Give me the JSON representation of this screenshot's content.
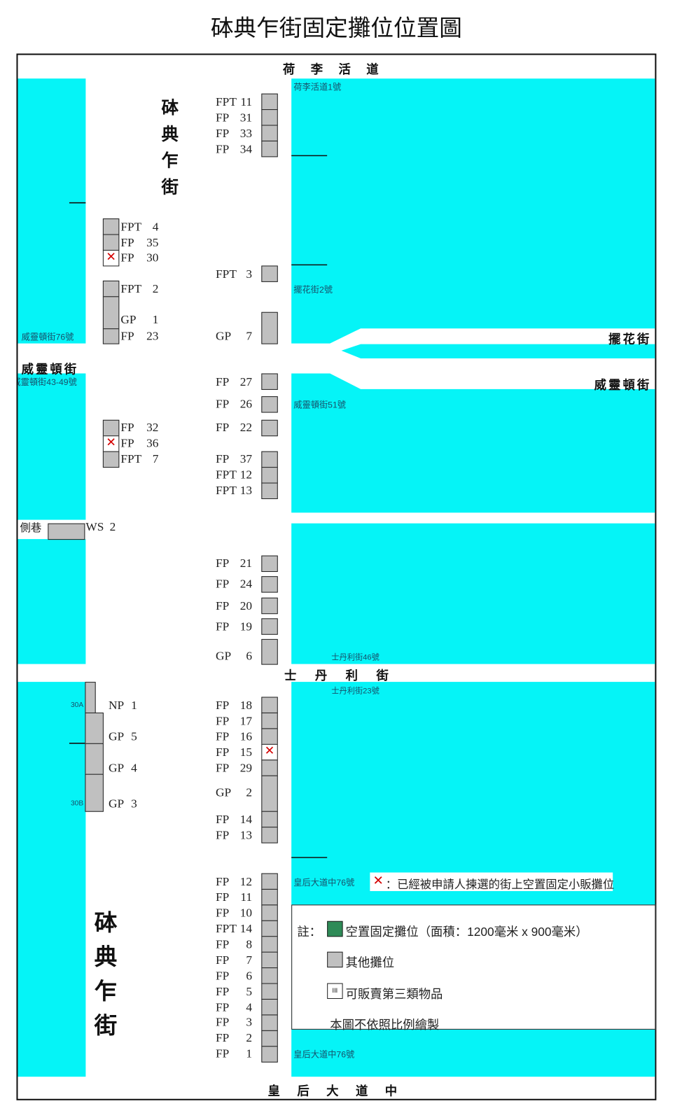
{
  "title": "砵典乍街固定攤位位置圖",
  "streets": {
    "hollywood_road": "荷李活道",
    "pottinger_top": [
      "砵",
      "典",
      "乍",
      "街"
    ],
    "pottinger_bottom": [
      "砵",
      "典",
      "乍",
      "街"
    ],
    "lyndhurst_terrace": "擺花街",
    "wellington_left": "威靈頓街",
    "wellington_right": "威靈頓街",
    "stanley_street": "士丹利街",
    "queens_road": "皇后大道中",
    "side_lane": "側巷"
  },
  "addresses": {
    "hollywood_1": "荷李活道1號",
    "lyndhurst_2": "擺花街2號",
    "wellington_76": "威靈頓街76號",
    "wellington_43_49": "威靈頓街43-49號",
    "wellington_51": "威靈頓街51號",
    "stanley_46": "士丹利街46號",
    "stanley_23": "士丹利街23號",
    "queens_76_a": "皇后大道中76號",
    "queens_76_b": "皇后大道中76號"
  },
  "stalls": {
    "right": [
      {
        "prefix": "FPT",
        "number": "11",
        "crossed": false
      },
      {
        "prefix": "FP",
        "number": "31",
        "crossed": false
      },
      {
        "prefix": "FP",
        "number": "33",
        "crossed": false
      },
      {
        "prefix": "FP",
        "number": "34",
        "crossed": false
      },
      {
        "prefix": "FPT",
        "number": "3",
        "crossed": false
      },
      {
        "prefix": "GP",
        "number": "7",
        "crossed": false
      },
      {
        "prefix": "FP",
        "number": "27",
        "crossed": false
      },
      {
        "prefix": "FP",
        "number": "26",
        "crossed": false
      },
      {
        "prefix": "FP",
        "number": "22",
        "crossed": false
      },
      {
        "prefix": "FP",
        "number": "37",
        "crossed": false
      },
      {
        "prefix": "FPT",
        "number": "12",
        "crossed": false
      },
      {
        "prefix": "FPT",
        "number": "13",
        "crossed": false
      },
      {
        "prefix": "FP",
        "number": "21",
        "crossed": false
      },
      {
        "prefix": "FP",
        "number": "24",
        "crossed": false
      },
      {
        "prefix": "FP",
        "number": "20",
        "crossed": false
      },
      {
        "prefix": "FP",
        "number": "19",
        "crossed": false
      },
      {
        "prefix": "GP",
        "number": "6",
        "crossed": false
      },
      {
        "prefix": "FP",
        "number": "18",
        "crossed": false
      },
      {
        "prefix": "FP",
        "number": "17",
        "crossed": false
      },
      {
        "prefix": "FP",
        "number": "16",
        "crossed": false
      },
      {
        "prefix": "FP",
        "number": "15",
        "crossed": true
      },
      {
        "prefix": "FP",
        "number": "29",
        "crossed": false
      },
      {
        "prefix": "GP",
        "number": "2",
        "crossed": false
      },
      {
        "prefix": "FP",
        "number": "14",
        "crossed": false
      },
      {
        "prefix": "FP",
        "number": "13",
        "crossed": false
      },
      {
        "prefix": "FP",
        "number": "12",
        "crossed": false
      },
      {
        "prefix": "FP",
        "number": "11",
        "crossed": false
      },
      {
        "prefix": "FP",
        "number": "10",
        "crossed": false
      },
      {
        "prefix": "FPT",
        "number": "14",
        "crossed": false
      },
      {
        "prefix": "FP",
        "number": "8",
        "crossed": false
      },
      {
        "prefix": "FP",
        "number": "7",
        "crossed": false
      },
      {
        "prefix": "FP",
        "number": "6",
        "crossed": false
      },
      {
        "prefix": "FP",
        "number": "5",
        "crossed": false
      },
      {
        "prefix": "FP",
        "number": "4",
        "crossed": false
      },
      {
        "prefix": "FP",
        "number": "3",
        "crossed": false
      },
      {
        "prefix": "FP",
        "number": "2",
        "crossed": false
      },
      {
        "prefix": "FP",
        "number": "1",
        "crossed": false
      }
    ],
    "left": [
      {
        "prefix": "FPT",
        "number": "4",
        "crossed": false
      },
      {
        "prefix": "FP",
        "number": "35",
        "crossed": false
      },
      {
        "prefix": "FP",
        "number": "30",
        "crossed": true
      },
      {
        "prefix": "FPT",
        "number": "2",
        "crossed": false
      },
      {
        "prefix": "GP",
        "number": "1",
        "crossed": false
      },
      {
        "prefix": "FP",
        "number": "23",
        "crossed": false
      },
      {
        "prefix": "FP",
        "number": "32",
        "crossed": false
      },
      {
        "prefix": "FP",
        "number": "36",
        "crossed": true
      },
      {
        "prefix": "FPT",
        "number": "7",
        "crossed": false
      }
    ],
    "lower_left": [
      {
        "prefix": "NP",
        "number": "1",
        "crossed": false
      },
      {
        "prefix": "GP",
        "number": "5",
        "crossed": false
      },
      {
        "prefix": "GP",
        "number": "4",
        "crossed": false
      },
      {
        "prefix": "GP",
        "number": "3",
        "crossed": false
      }
    ],
    "ws": {
      "prefix": "WS",
      "number": "2"
    },
    "tag_30a": "30A",
    "tag_30b": "30B"
  },
  "legend": {
    "crossed_note": "：已經被申請人揀選的街上空置固定小販攤位",
    "note_label": "註：",
    "vacant": "空置固定攤位（面積：1200毫米 x 900毫米）",
    "other": "其他攤位",
    "class3_icon_text": "III",
    "class3": "可販賣第三類物品",
    "not_to_scale": "本圖不依照比例繪製"
  },
  "colors": {
    "block": "#05f4f7",
    "stall": "#c0c0c0",
    "vacant": "#2e8b57",
    "cross": "#d40000"
  }
}
